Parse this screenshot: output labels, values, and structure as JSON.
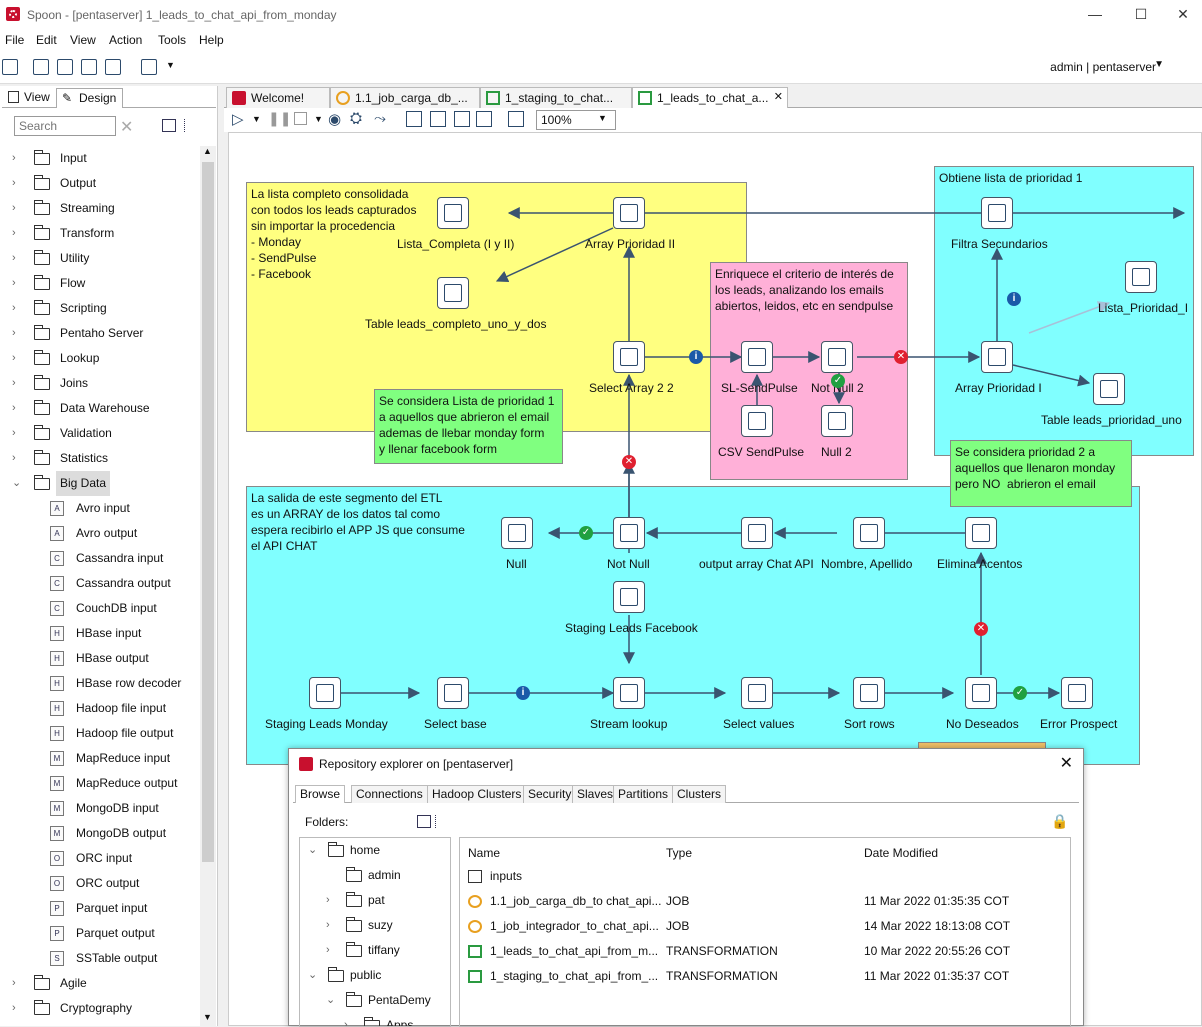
{
  "window": {
    "title": "Spoon - [pentaserver] 1_leads_to_chat_api_from_monday",
    "minimize": "—",
    "maximize": "☐",
    "close": "✕"
  },
  "menu": [
    "File",
    "Edit",
    "View",
    "Action",
    "Tools",
    "Help"
  ],
  "toolbar": {
    "user": "admin  |  pentaserver"
  },
  "left_panel": {
    "tabs": {
      "view": "View",
      "design": "Design"
    },
    "search_placeholder": "Search",
    "categories": [
      "Input",
      "Output",
      "Streaming",
      "Transform",
      "Utility",
      "Flow",
      "Scripting",
      "Pentaho Server",
      "Lookup",
      "Joins",
      "Data Warehouse",
      "Validation",
      "Statistics",
      "Big Data"
    ],
    "big_data_items": [
      "Avro input",
      "Avro output",
      "Cassandra input",
      "Cassandra output",
      "CouchDB input",
      "HBase input",
      "HBase output",
      "HBase row decoder",
      "Hadoop file input",
      "Hadoop file output",
      "MapReduce input",
      "MapReduce output",
      "MongoDB input",
      "MongoDB output",
      "ORC input",
      "ORC output",
      "Parquet input",
      "Parquet output",
      "SSTable output"
    ],
    "after": [
      "Agile",
      "Cryptography"
    ]
  },
  "tabs": [
    "Welcome!",
    "1.1_job_carga_db_...",
    "1_staging_to_chat...",
    "1_leads_to_chat_a..."
  ],
  "zoom": "100%",
  "notes": {
    "yellow": "La lista completo consolidada\ncon todos los leads capturados\nsin importar la procedencia\n- Monday\n- SendPulse\n- Facebook",
    "pink": "Enriquece el criterio de interés de\nlos leads, analizando los emails\nabiertos, leidos, etc en sendpulse",
    "cyan_top": "Obtiene lista de prioridad 1",
    "green1": "Se considera Lista de prioridad 1\na aquellos que abrieron el email\nademas de llebar monday form\ny llenar facebook form",
    "green2": "Se considera prioridad 2 a\naquellos que llenaron monday\npero NO  abrieron el email",
    "cyan_bottom": "La salida de este segmento del ETL\nes un ARRAY de los datos tal como\nespera recibirlo el APP JS que consume\nel API CHAT"
  },
  "steps": {
    "lista_completa": "Lista_Completa (I y II)",
    "array_prioridad_2": "Array Prioridad II",
    "table_leads_completo": "Table leads_completo_uno_y_dos",
    "select_array": "Select Array 2 2",
    "sl_sendpulse": "SL-SendPulse",
    "not_null_2": "Not Null 2",
    "csv_sendpulse": "CSV SendPulse",
    "null_2": "Null 2",
    "filtra_secundarios": "Filtra Secundarios",
    "lista_prioridad": "Lista_Prioridad_I",
    "array_prioridad_1": "Array Prioridad I",
    "table_leads_prioridad": "Table leads_prioridad_uno",
    "null": "Null",
    "not_null": "Not Null",
    "output_array": "output array Chat API",
    "nombre_apellido": "Nombre, Apellido",
    "elimina_acentos": "Elimina Acentos",
    "staging_facebook": "Staging Leads Facebook",
    "staging_monday": "Staging Leads Monday",
    "select_base": "Select base",
    "stream_lookup": "Stream lookup",
    "select_values": "Select values",
    "sort_rows": "Sort rows",
    "no_deseados": "No Deseados",
    "error_prospect": "Error Prospect"
  },
  "dialog": {
    "title": "Repository explorer on [pentaserver]",
    "tabs": [
      "Browse",
      "Connections",
      "Hadoop Clusters",
      "Security",
      "Slaves",
      "Partitions",
      "Clusters"
    ],
    "folders_label": "Folders:",
    "tree": [
      {
        "label": "home",
        "indent": 0,
        "expanded": true
      },
      {
        "label": "admin",
        "indent": 1
      },
      {
        "label": "pat",
        "indent": 1
      },
      {
        "label": "suzy",
        "indent": 1
      },
      {
        "label": "tiffany",
        "indent": 1
      },
      {
        "label": "public",
        "indent": 0,
        "expanded": true
      },
      {
        "label": "PentaDemy",
        "indent": 1,
        "expanded": true
      },
      {
        "label": "Apps",
        "indent": 2
      }
    ],
    "columns": [
      "Name",
      "Type",
      "Date Modified"
    ],
    "rows": [
      {
        "name": "inputs",
        "type": "",
        "date": ""
      },
      {
        "name": "1.1_job_carga_db_to chat_api...",
        "type": "JOB",
        "date": "11 Mar 2022 01:35:35 COT"
      },
      {
        "name": "1_job_integrador_to_chat_api...",
        "type": "JOB",
        "date": "14 Mar 2022 18:13:08 COT"
      },
      {
        "name": "1_leads_to_chat_api_from_m...",
        "type": "TRANSFORMATION",
        "date": "10 Mar 2022 20:55:26 COT"
      },
      {
        "name": "1_staging_to_chat_api_from_...",
        "type": "TRANSFORMATION",
        "date": "11 Mar 2022 01:35:37 COT"
      }
    ]
  },
  "colors": {
    "yellow_note": "#ffff80",
    "cyan_note": "#80ffff",
    "pink_note": "#ffb0d8",
    "green_note": "#80ff80",
    "hop": "#3a5470",
    "red": "#e02030",
    "green": "#20a040",
    "blue": "#1a5aa8"
  }
}
